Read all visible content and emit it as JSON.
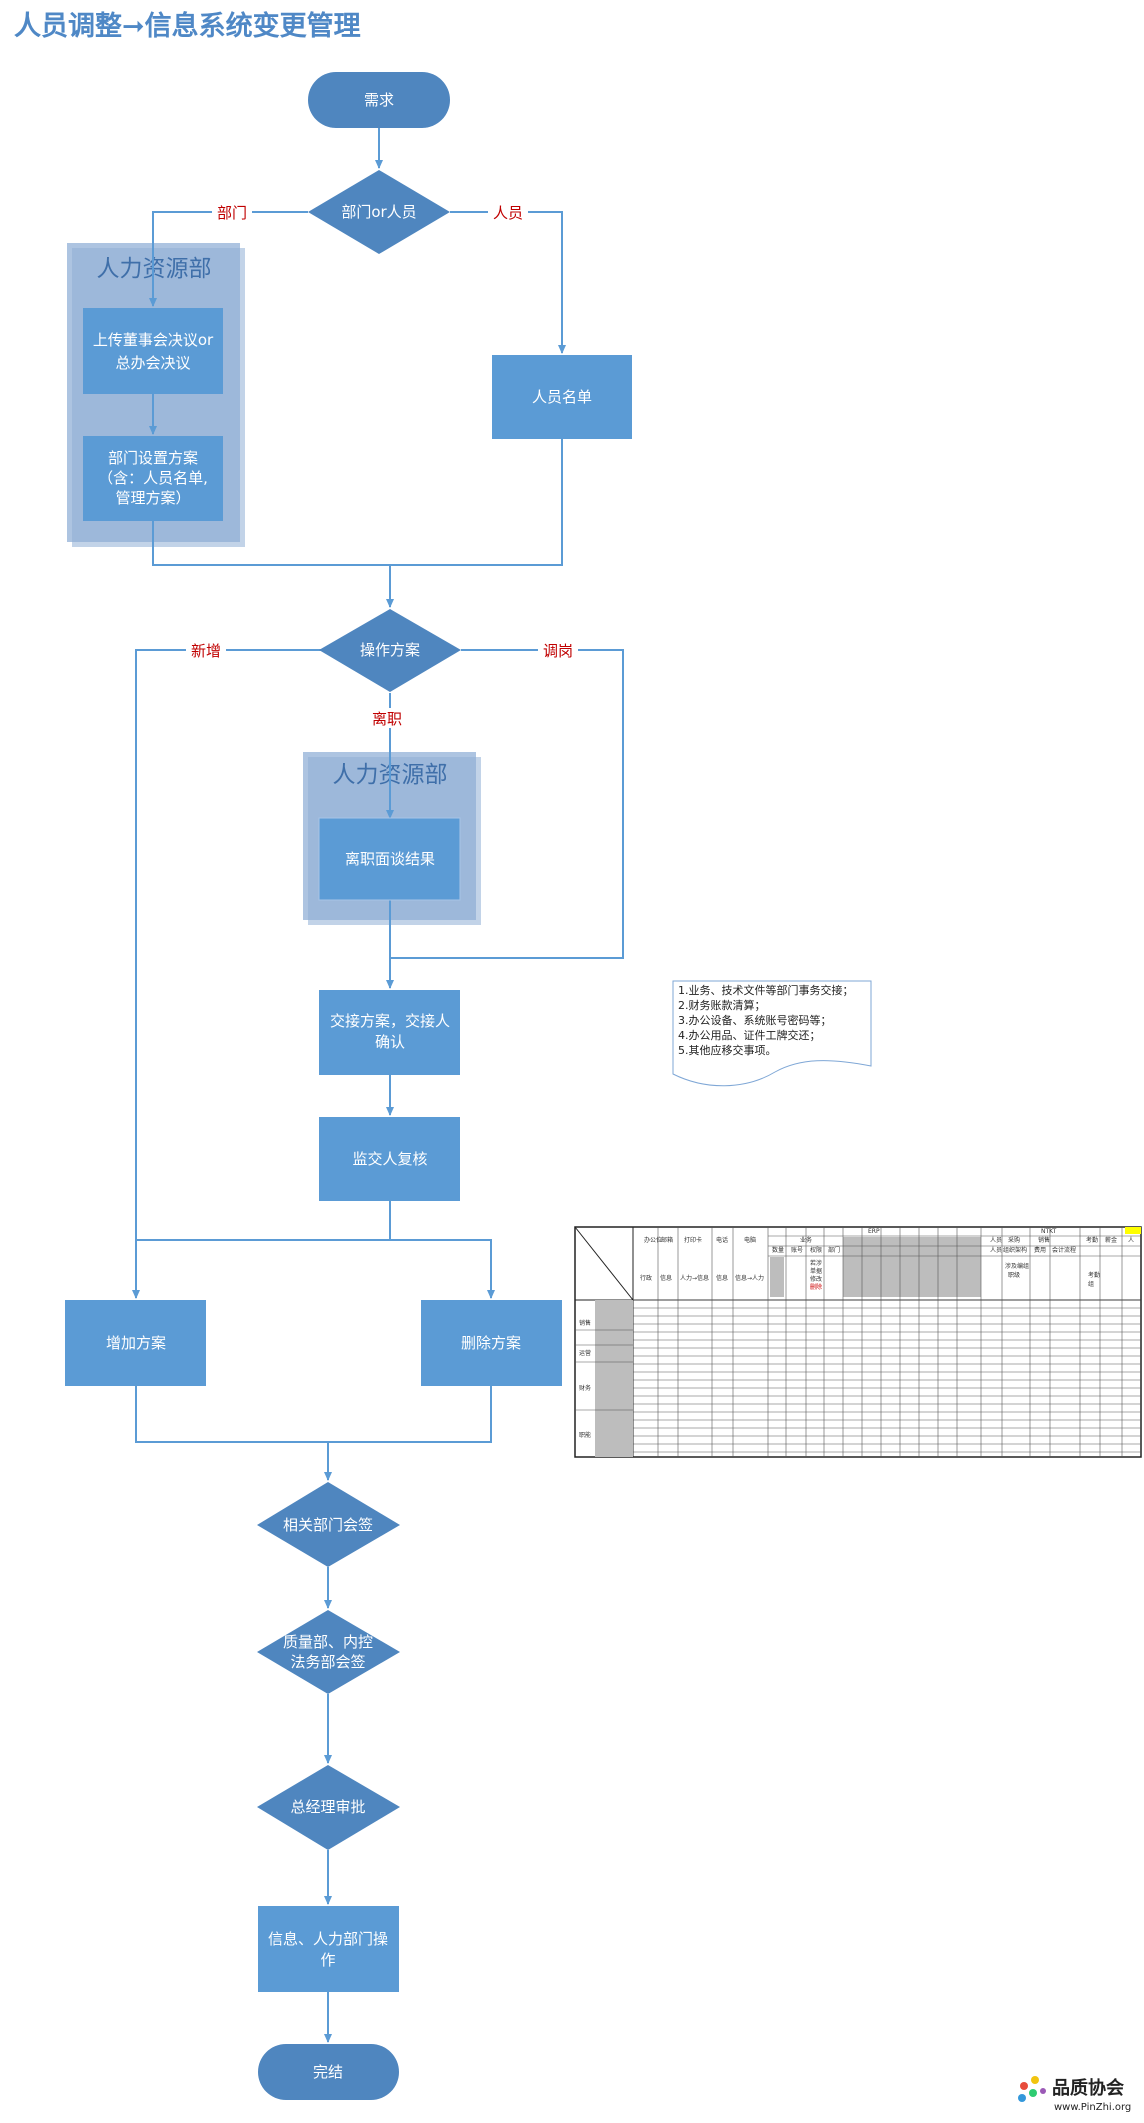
{
  "title": "人员调整➞信息系统变更管理",
  "colors": {
    "node": "#5b9bd5",
    "decision": "#4f86bf",
    "lane": "#9ab4d8",
    "label": "#c00000",
    "line": "#5b9bd5"
  },
  "nodes": {
    "start": "需求",
    "d1": "部门or人员",
    "hr_lane1": "人力资源部",
    "upload": [
      "上传董事会决议or",
      "总办会决议"
    ],
    "dept_plan": [
      "部门设置方案",
      "（含：人员名单,",
      "管理方案）"
    ],
    "roster": "人员名单",
    "d2": "操作方案",
    "hr_lane2": "人力资源部",
    "interview": "离职面谈结果",
    "handover": [
      "交接方案，交接人",
      "确认"
    ],
    "review": "监交人复核",
    "add_plan": "增加方案",
    "del_plan": "删除方案",
    "cosign1": "相关部门会签",
    "cosign2": [
      "质量部、内控",
      "法务部会签"
    ],
    "gm": "总经理审批",
    "operate": [
      "信息、人力部门操",
      "作"
    ],
    "end": "完结"
  },
  "edge_labels": {
    "dept": "部门",
    "person": "人员",
    "new": "新增",
    "transfer": "调岗",
    "leave": "离职"
  },
  "note": [
    "1.业务、技术文件等部门事务交接；",
    "2.财务账款清算；",
    "3.办公设备、系统账号密码等；",
    "4.办公用品、证件工牌交还；",
    "5.其他应移交事项。"
  ],
  "table": {
    "top_headers": [
      "办公位",
      "邮箱",
      "打印卡",
      "电话",
      "电脑",
      "ERP",
      "NTKT",
      "考勤",
      "薪金",
      "人"
    ],
    "sub_headers": [
      "业务",
      "数量",
      "账号",
      "权限",
      "部门",
      "人员",
      "采购",
      "销售",
      "人员",
      "组织架构",
      "费用",
      "会计流程"
    ],
    "row2": [
      "行政",
      "信息",
      "人力→信息",
      "信息",
      "信息→人力"
    ],
    "red_note": [
      "若涉",
      "单据",
      "修改",
      "删除"
    ],
    "extra_notes": [
      "涉及编组",
      "职级",
      "考勤",
      "组"
    ],
    "row_groups": [
      "销售",
      "运营",
      "财务",
      "职能"
    ]
  },
  "logo": {
    "name": "品质协会",
    "url": "www.PinZhi.org"
  }
}
